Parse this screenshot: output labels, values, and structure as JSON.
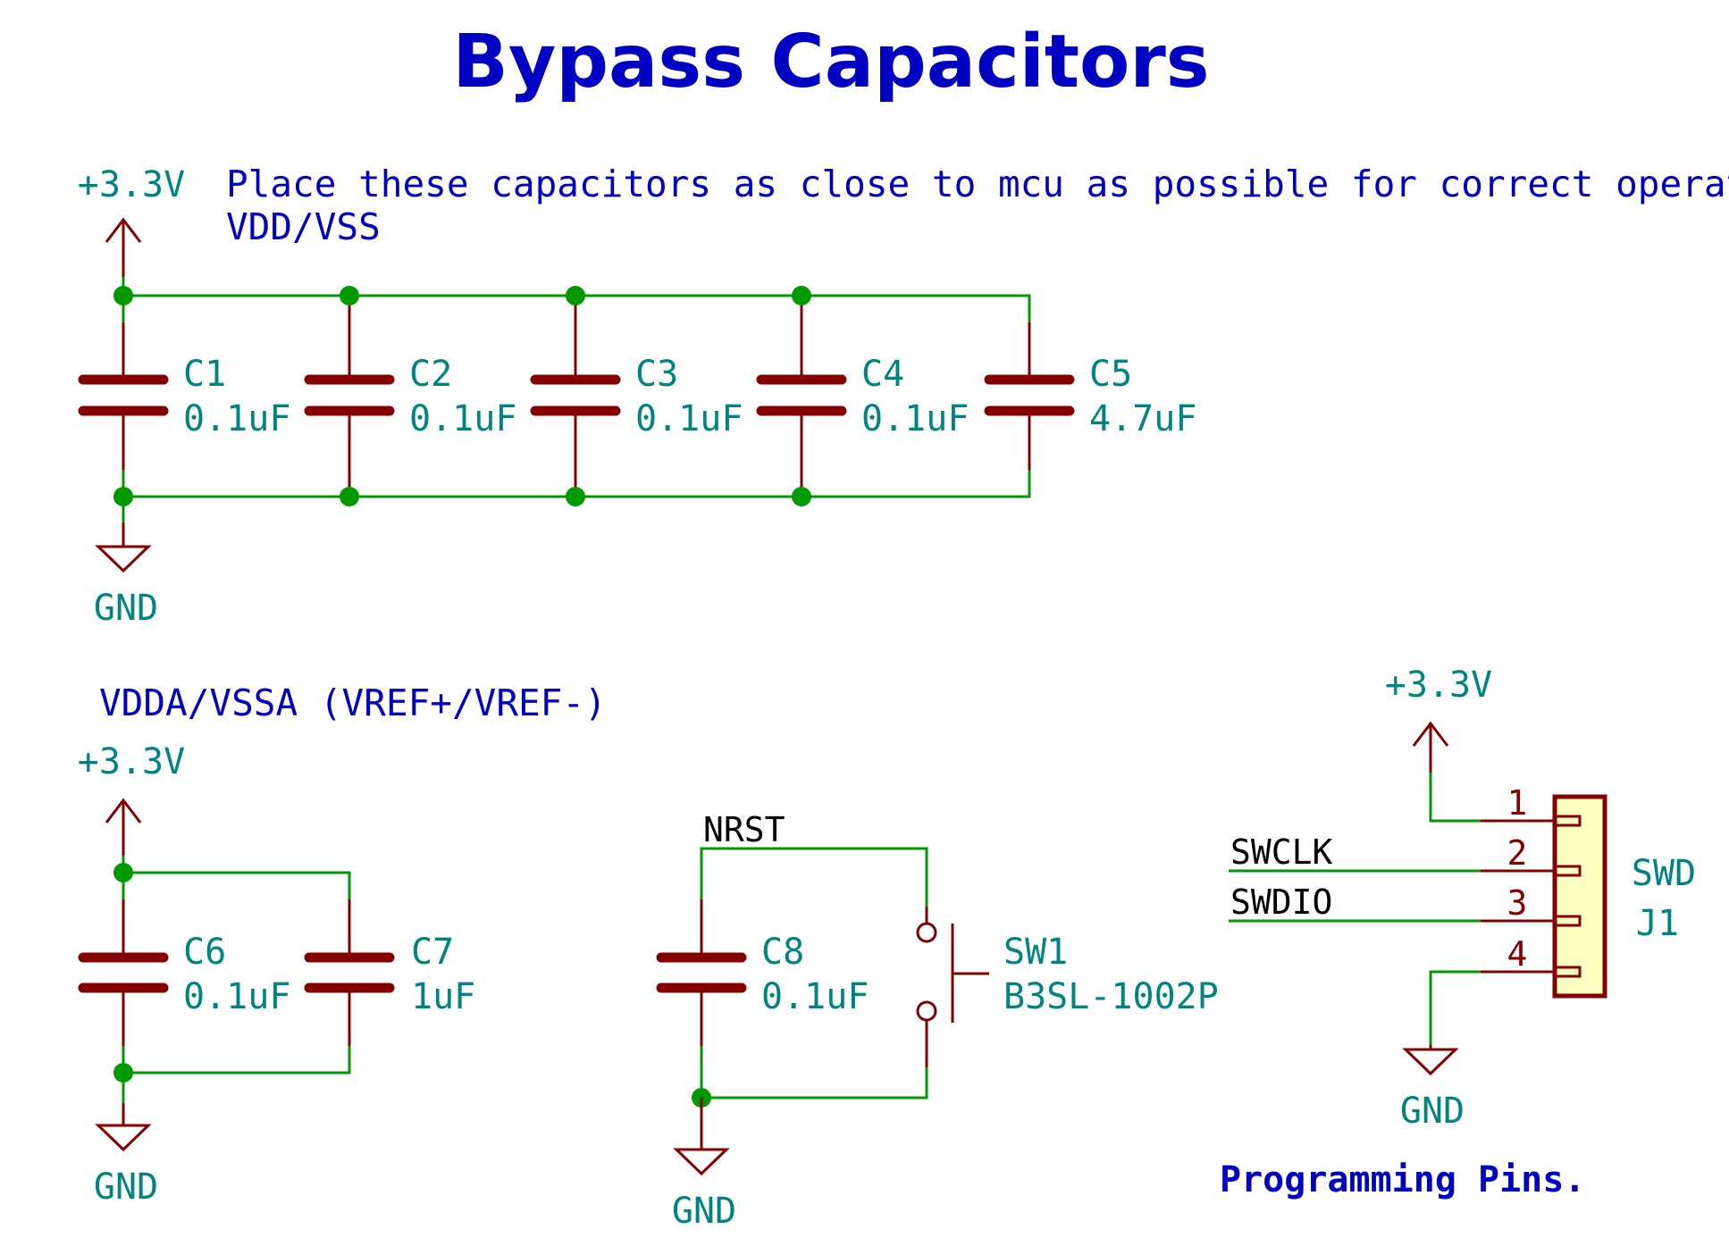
{
  "title": "Bypass Capacitors",
  "notes": {
    "placement": "Place these capacitors as close to mcu as possible for correct operation.",
    "vdd_vss": "VDD/VSS",
    "vdda_vssa": "VDDA/VSSA (VREF+/VREF-)",
    "programming": "Programming Pins."
  },
  "power": {
    "vcc": "+3.3V",
    "gnd": "GND"
  },
  "capacitors": {
    "c1": {
      "ref": "C1",
      "value": "0.1uF"
    },
    "c2": {
      "ref": "C2",
      "value": "0.1uF"
    },
    "c3": {
      "ref": "C3",
      "value": "0.1uF"
    },
    "c4": {
      "ref": "C4",
      "value": "0.1uF"
    },
    "c5": {
      "ref": "C5",
      "value": "4.7uF"
    },
    "c6": {
      "ref": "C6",
      "value": "0.1uF"
    },
    "c7": {
      "ref": "C7",
      "value": "1uF"
    },
    "c8": {
      "ref": "C8",
      "value": "0.1uF"
    }
  },
  "switch": {
    "ref": "SW1",
    "value": "B3SL-1002P"
  },
  "nets": {
    "nrst": "NRST",
    "swclk": "SWCLK",
    "swdio": "SWDIO"
  },
  "connector": {
    "ref": "J1",
    "value": "SWD",
    "pins": [
      "1",
      "2",
      "3",
      "4"
    ]
  },
  "colors": {
    "text_blue": "#0000c2",
    "wire_green": "#009900",
    "symbol_red": "#840000",
    "label_teal": "#00847f",
    "connector_fill": "#ffffc2"
  }
}
